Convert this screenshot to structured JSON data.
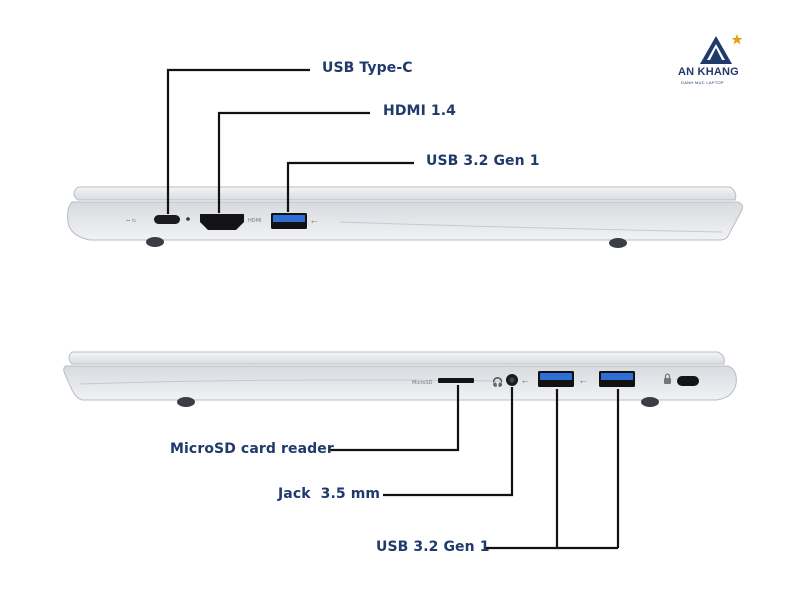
{
  "brand": {
    "name": "AN KHANG",
    "tagline": "DANH MỤC LAPTOP"
  },
  "top_view": {
    "labels": {
      "usb_c": "USB Type-C",
      "hdmi": "HDMI 1.4",
      "usb_a": "USB 3.2 Gen 1"
    },
    "port_markings": {
      "hdmi": "HDMI"
    }
  },
  "bottom_view": {
    "labels": {
      "microsd": "MicroSD card reader",
      "jack": "Jack  3.5 mm",
      "usb_a": "USB 3.2 Gen 1"
    },
    "port_markings": {
      "microsd": "MicroSD"
    }
  },
  "colors": {
    "label_text": "#1f3a6b",
    "callout_line": "#111111",
    "chassis": "#e9ebee",
    "usb_blue": "#2d6fd6"
  }
}
